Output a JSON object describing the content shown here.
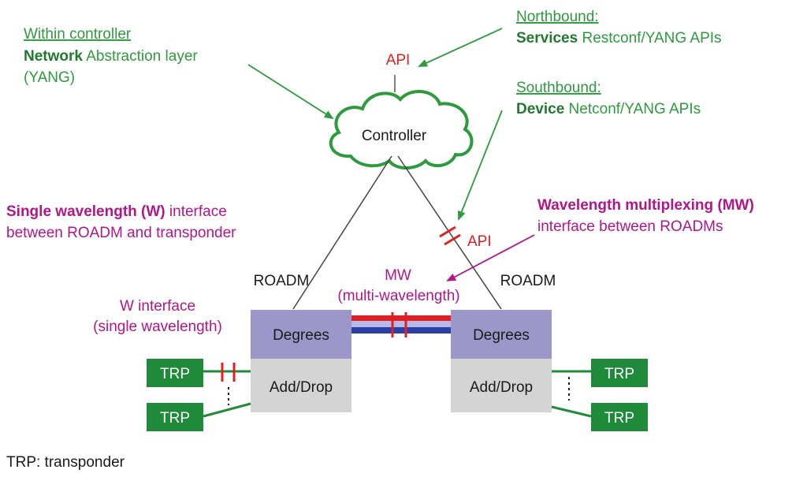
{
  "controller": {
    "label": "Controller",
    "api_top": "API",
    "api_south": "API"
  },
  "notes": {
    "within": {
      "heading": "Within controller",
      "bold": "Network",
      "rest": " Abstraction layer",
      "line3": "(YANG)"
    },
    "northbound": {
      "heading": "Northbound:",
      "bold": "Services",
      "rest": " Restconf/YANG APIs"
    },
    "southbound": {
      "heading": "Southbound:",
      "bold": "Device",
      "rest": " Netconf/YANG APIs"
    },
    "single_w": {
      "bold": "Single wavelength (W)",
      "rest": " interface",
      "line2": "between ROADM and transponder"
    },
    "multi_w": {
      "bold": "Wavelength multiplexing (MW)",
      "line2": "interface between ROADMs"
    },
    "w_interface": {
      "line1": "W interface",
      "line2": "(single wavelength)"
    },
    "mw": {
      "line1": "MW",
      "line2": "(multi-wavelength)"
    }
  },
  "roadm_left": {
    "label": "ROADM",
    "degrees": "Degrees",
    "adddrop": "Add/Drop"
  },
  "roadm_right": {
    "label": "ROADM",
    "degrees": "Degrees",
    "adddrop": "Add/Drop"
  },
  "trp": {
    "label": "TRP"
  },
  "legend": "TRP: transponder",
  "colors": {
    "green": "#2e9a3e",
    "magenta": "#b0168a",
    "red": "#e02020",
    "degrees": "#9b97c9",
    "adddrop": "#d4d4d4",
    "trp": "#1f8a3a"
  }
}
